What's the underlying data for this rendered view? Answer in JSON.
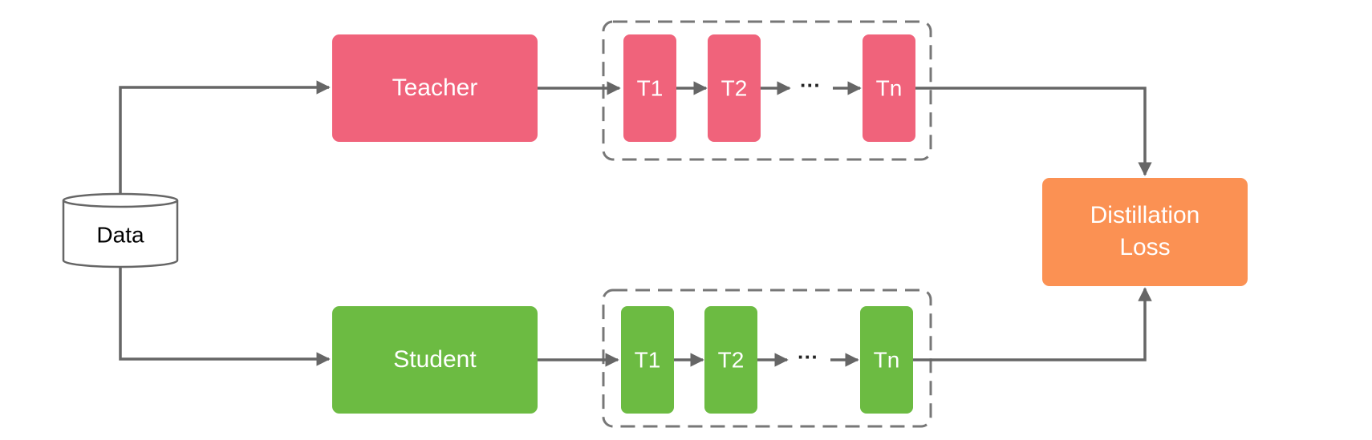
{
  "colors": {
    "teacher": "#f0637b",
    "student": "#6cbb42",
    "loss": "#fb9153",
    "connector": "#666666",
    "dashed_group": "#777777"
  },
  "data_node": {
    "label": "Data",
    "shape": "cylinder"
  },
  "teacher": {
    "label": "Teacher",
    "tokens": [
      "T1",
      "T2",
      "Tn"
    ],
    "ellipsis": "···"
  },
  "student": {
    "label": "Student",
    "tokens": [
      "T1",
      "T2",
      "Tn"
    ],
    "ellipsis": "···"
  },
  "loss": {
    "line1": "Distillation",
    "line2": "Loss"
  }
}
